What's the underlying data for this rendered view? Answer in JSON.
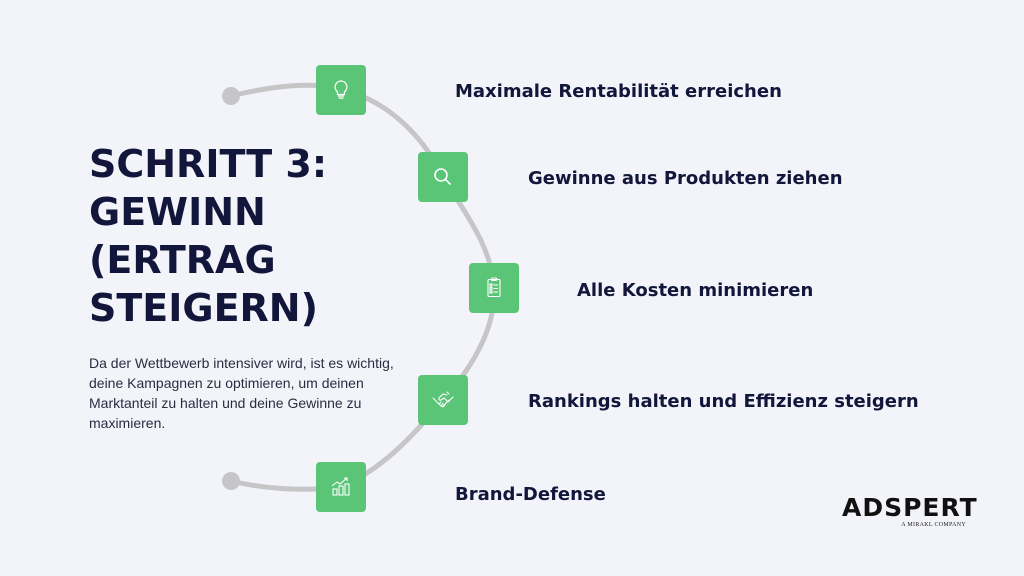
{
  "title": {
    "lines": [
      "SCHRITT 3:",
      "GEWINN",
      "(ERTRAG",
      "STEIGERN)"
    ]
  },
  "description": "Da der Wettbewerb intensiver wird, ist es wichtig, deine Kampagnen zu optimieren, um deinen Marktanteil zu halten und deine Gewinne zu maximieren.",
  "steps": [
    {
      "icon": "lightbulb-icon",
      "label": "Maximale Rentabilität erreichen"
    },
    {
      "icon": "search-icon",
      "label": "Gewinne aus Produkten ziehen"
    },
    {
      "icon": "clipboard-checklist-icon",
      "label": "Alle Kosten minimieren"
    },
    {
      "icon": "handshake-icon",
      "label": "Rankings halten und Effizienz steigern"
    },
    {
      "icon": "growth-chart-icon",
      "label": "Brand-Defense"
    }
  ],
  "colors": {
    "background": "#f3f4fa",
    "accent_green": "#5ac477",
    "arc_gray": "#c6c6c8",
    "text_dark": "#12163a"
  },
  "logo": {
    "name": "ADSPERT",
    "tagline": "A MIRAKL COMPANY"
  }
}
